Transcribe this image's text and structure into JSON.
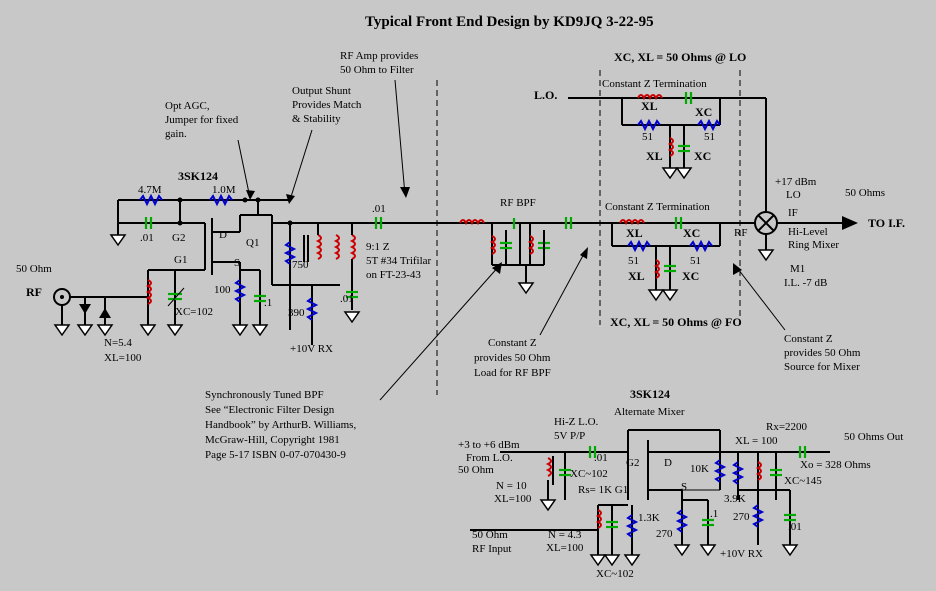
{
  "title": "Typical Front End Design by KD9JQ  3-22-95",
  "notes": {
    "lo_match_top": "XC, XL = 50 Ohms @ LO",
    "fo_match_bottom": "XC, XL = 50 Ohms @  FO",
    "rf_amp": [
      "RF Amp provides",
      "50 Ohm to Filter"
    ],
    "output_shunt": [
      "Output Shunt",
      "Provides Match",
      "& Stability"
    ],
    "opt_agc": [
      "Opt AGC,",
      "Jumper for fixed",
      "gain."
    ],
    "constant_z_bpf": [
      "Constant Z",
      "provides 50 Ohm",
      "Load for RF BPF"
    ],
    "constant_z_mixer": [
      "Constant Z",
      "provides 50 Ohm",
      "Source for Mixer"
    ],
    "sync_bpf": [
      "Synchronously Tuned BPF",
      "See “Electronic Filter Design",
      "Handbook” by ArthurB. Williams,",
      "McGraw-Hill,  Copyright 1981",
      "Page 5-17  ISBN 0-07-070430-9"
    ],
    "const_z_term_top": "Constant Z Termination",
    "const_z_term_bottom": "Constant Z Termination",
    "transformer": [
      "9:1 Z",
      "5T #34 Trifilar",
      "on FT-23-43"
    ],
    "mixer_lo": [
      "+17 dBm",
      "LO"
    ],
    "mixer_if": [
      "IF",
      "Hi-Level",
      "Ring Mixer"
    ],
    "mixer_name": [
      "M1",
      "I.L. -7  dB"
    ],
    "alt_mixer": [
      "3SK124",
      "Alternate Mixer"
    ]
  },
  "labels": {
    "lo": "L.O.",
    "rf": "RF",
    "rf_ohm": "50 Ohm",
    "rf_bpf": "RF  BPF",
    "rf_port": "RF",
    "fifty_ohms": "50 Ohms",
    "to_if": "TO I.F.",
    "part_3sk124": "3SK124",
    "r47m": "4.7M",
    "r10m": "1.0M",
    "c01a": ".01",
    "c01b": ".01",
    "c01c": ".01",
    "c1": ".1",
    "g2": "G2",
    "g1": "G1",
    "d": "D",
    "s": "S",
    "q1": "Q1",
    "r100": "100",
    "r750": "750",
    "r390": "390",
    "plus10": "+10V RX",
    "xc102": "XC=102",
    "n54": "N=5.4",
    "xl100": "XL=100",
    "xl": "XL",
    "xc": "XC",
    "r51": "51",
    "alt_lo_hiz": [
      "Hi-Z L.O.",
      "5V  P/P"
    ],
    "alt_lo_in": [
      "+3 to +6 dBm",
      "From  L.O.",
      "50 Ohm"
    ],
    "alt_n10": [
      "N = 10",
      "XL=100"
    ],
    "alt_xc102": "XC~102",
    "alt_rs": "Rs= 1K  G1",
    "alt_g2": "G2",
    "alt_d": "D",
    "alt_s": "S",
    "alt_c01": ".01",
    "alt_r13k": "1.3K",
    "alt_r270a": "270",
    "alt_c1": ".1",
    "alt_r10k": "10K",
    "alt_r39k": "3.9K",
    "alt_r270b": "270",
    "alt_c01b": ".01",
    "alt_plus10": "+10V RX",
    "alt_rx": "Rx=2200",
    "alt_xl100": "XL = 100",
    "alt_out": "50 Ohms Out",
    "alt_xo": "Xo = 328 Ohms",
    "alt_xc145": "XC~145",
    "alt_rfin": [
      "50 Ohm",
      "RF Input"
    ],
    "alt_n43": [
      "N = 4.3",
      "XL=100"
    ],
    "alt_xc102b": "XC~102"
  }
}
